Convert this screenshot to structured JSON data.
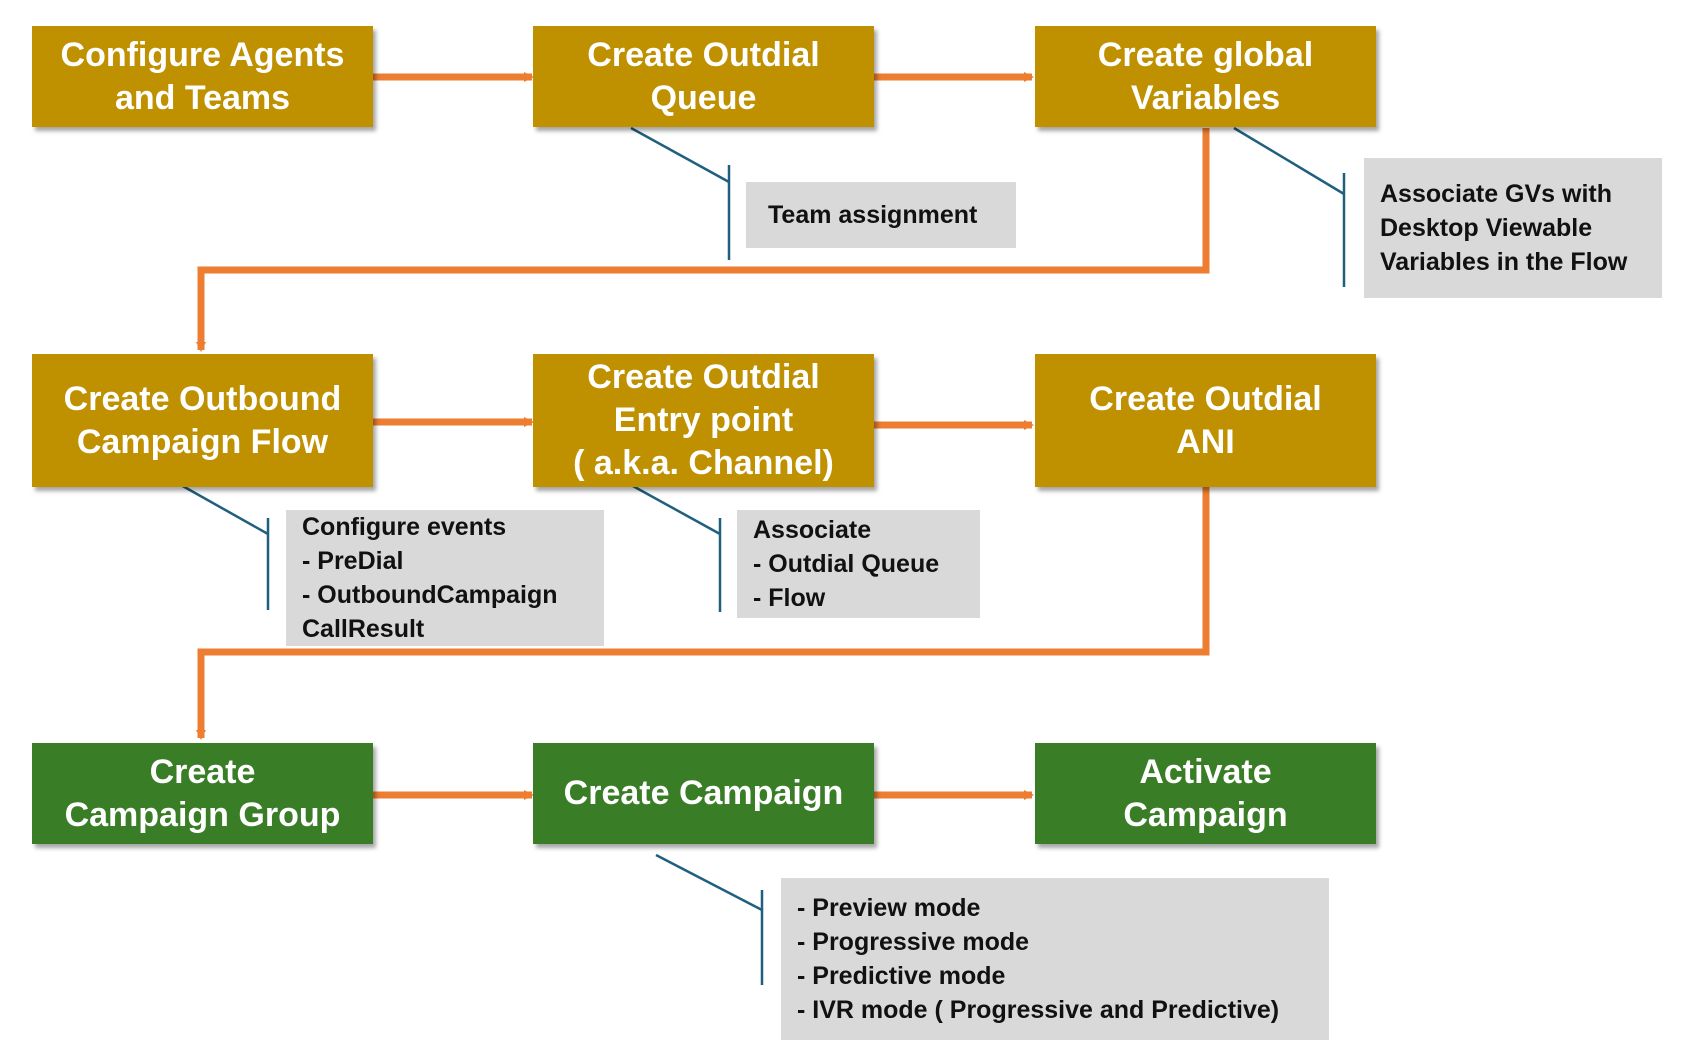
{
  "colors": {
    "stage": "#bf9000",
    "final": "#3a7d27",
    "arrow": "#ed7d31",
    "callout_line": "#1f5f7f",
    "note_bg": "#d9d9d9"
  },
  "steps": {
    "configure_agents": "Configure Agents\nand Teams",
    "create_outdial_queue": "Create Outdial\nQueue",
    "create_global_variables": "Create global\nVariables",
    "create_outbound_flow": "Create Outbound\nCampaign Flow",
    "create_entry_point": "Create Outdial\nEntry point\n( a.k.a. Channel)",
    "create_outdial_ani": "Create Outdial\nANI",
    "create_campaign_group": "Create\nCampaign Group",
    "create_campaign": "Create Campaign",
    "activate_campaign": "Activate\nCampaign"
  },
  "notes": {
    "team_assignment": "Team assignment",
    "associate_gvs": "Associate GVs with\nDesktop Viewable\nVariables in the Flow",
    "configure_events": "Configure events\n- PreDial\n- OutboundCampaign\n   CallResult",
    "associate": "Associate\n- Outdial Queue\n- Flow",
    "modes": "- Preview mode\n- Progressive mode\n- Predictive mode\n- IVR mode ( Progressive and Predictive)"
  }
}
